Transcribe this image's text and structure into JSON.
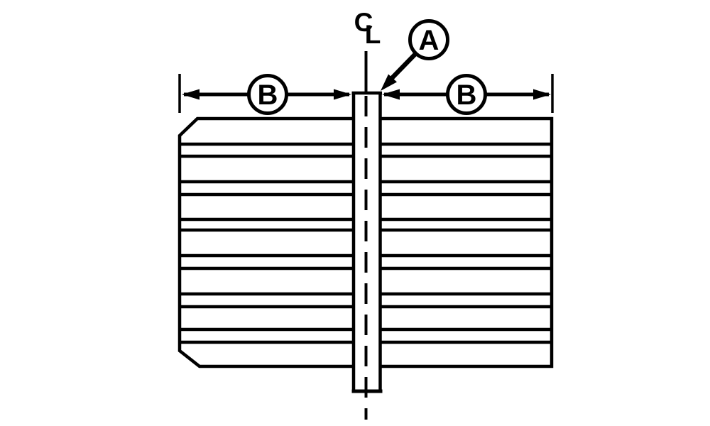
{
  "diagram": {
    "centerline_symbol": {
      "top": "C",
      "bottom": "L"
    },
    "callouts": {
      "a": "A",
      "b_left": "B",
      "b_right": "B"
    },
    "colors": {
      "line": "#000000",
      "background": "#ffffff"
    }
  }
}
